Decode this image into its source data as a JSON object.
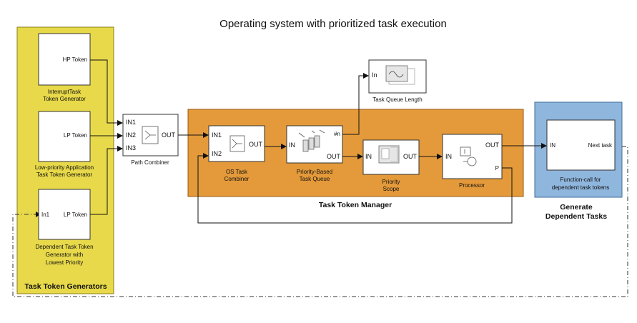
{
  "title": "Operating system with prioritized task execution",
  "groups": {
    "generators": {
      "label": "Task Token Generators",
      "fill": "#e8d94a"
    },
    "manager": {
      "label": "Task Token Manager",
      "fill": "#e49a3a"
    },
    "dependent": {
      "label_line1": "Generate",
      "label_line2": "Dependent Tasks",
      "fill": "#8fb6dd"
    }
  },
  "blocks": {
    "hp": {
      "port": "HP Token",
      "label_line1": "InterruptTask",
      "label_line2": "Token Generator"
    },
    "lp": {
      "port": "LP Token",
      "label_line1": "Low-priority Application",
      "label_line2": "Task Token Generator"
    },
    "dep": {
      "in_port": "In1",
      "port": "LP Token",
      "label_line1": "Dependent Task Token",
      "label_line2": "Generator with",
      "label_line3": "Lowest Priority"
    },
    "path": {
      "in1": "IN1",
      "in2": "IN2",
      "in3": "IN3",
      "out": "OUT",
      "label": "Path Combiner"
    },
    "os": {
      "in1": "IN1",
      "in2": "IN2",
      "out": "OUT",
      "label_line1": "OS Task",
      "label_line2": "Combiner"
    },
    "queue": {
      "in": "IN",
      "count": "#n",
      "out": "OUT",
      "label_line1": "Priority-Based",
      "label_line2": "Task Queue"
    },
    "scope": {
      "in": "IN",
      "out": "OUT",
      "label_line1": "Priority",
      "label_line2": "Scope"
    },
    "proc": {
      "in": "IN",
      "out": "OUT",
      "p": "P",
      "label": "Processor"
    },
    "qlen": {
      "in": "In",
      "label": "Task Queue Length"
    },
    "fcall": {
      "in": "IN",
      "out": "Next task",
      "label_line1": "Function-call for",
      "label_line2": "dependent task tokens"
    }
  }
}
